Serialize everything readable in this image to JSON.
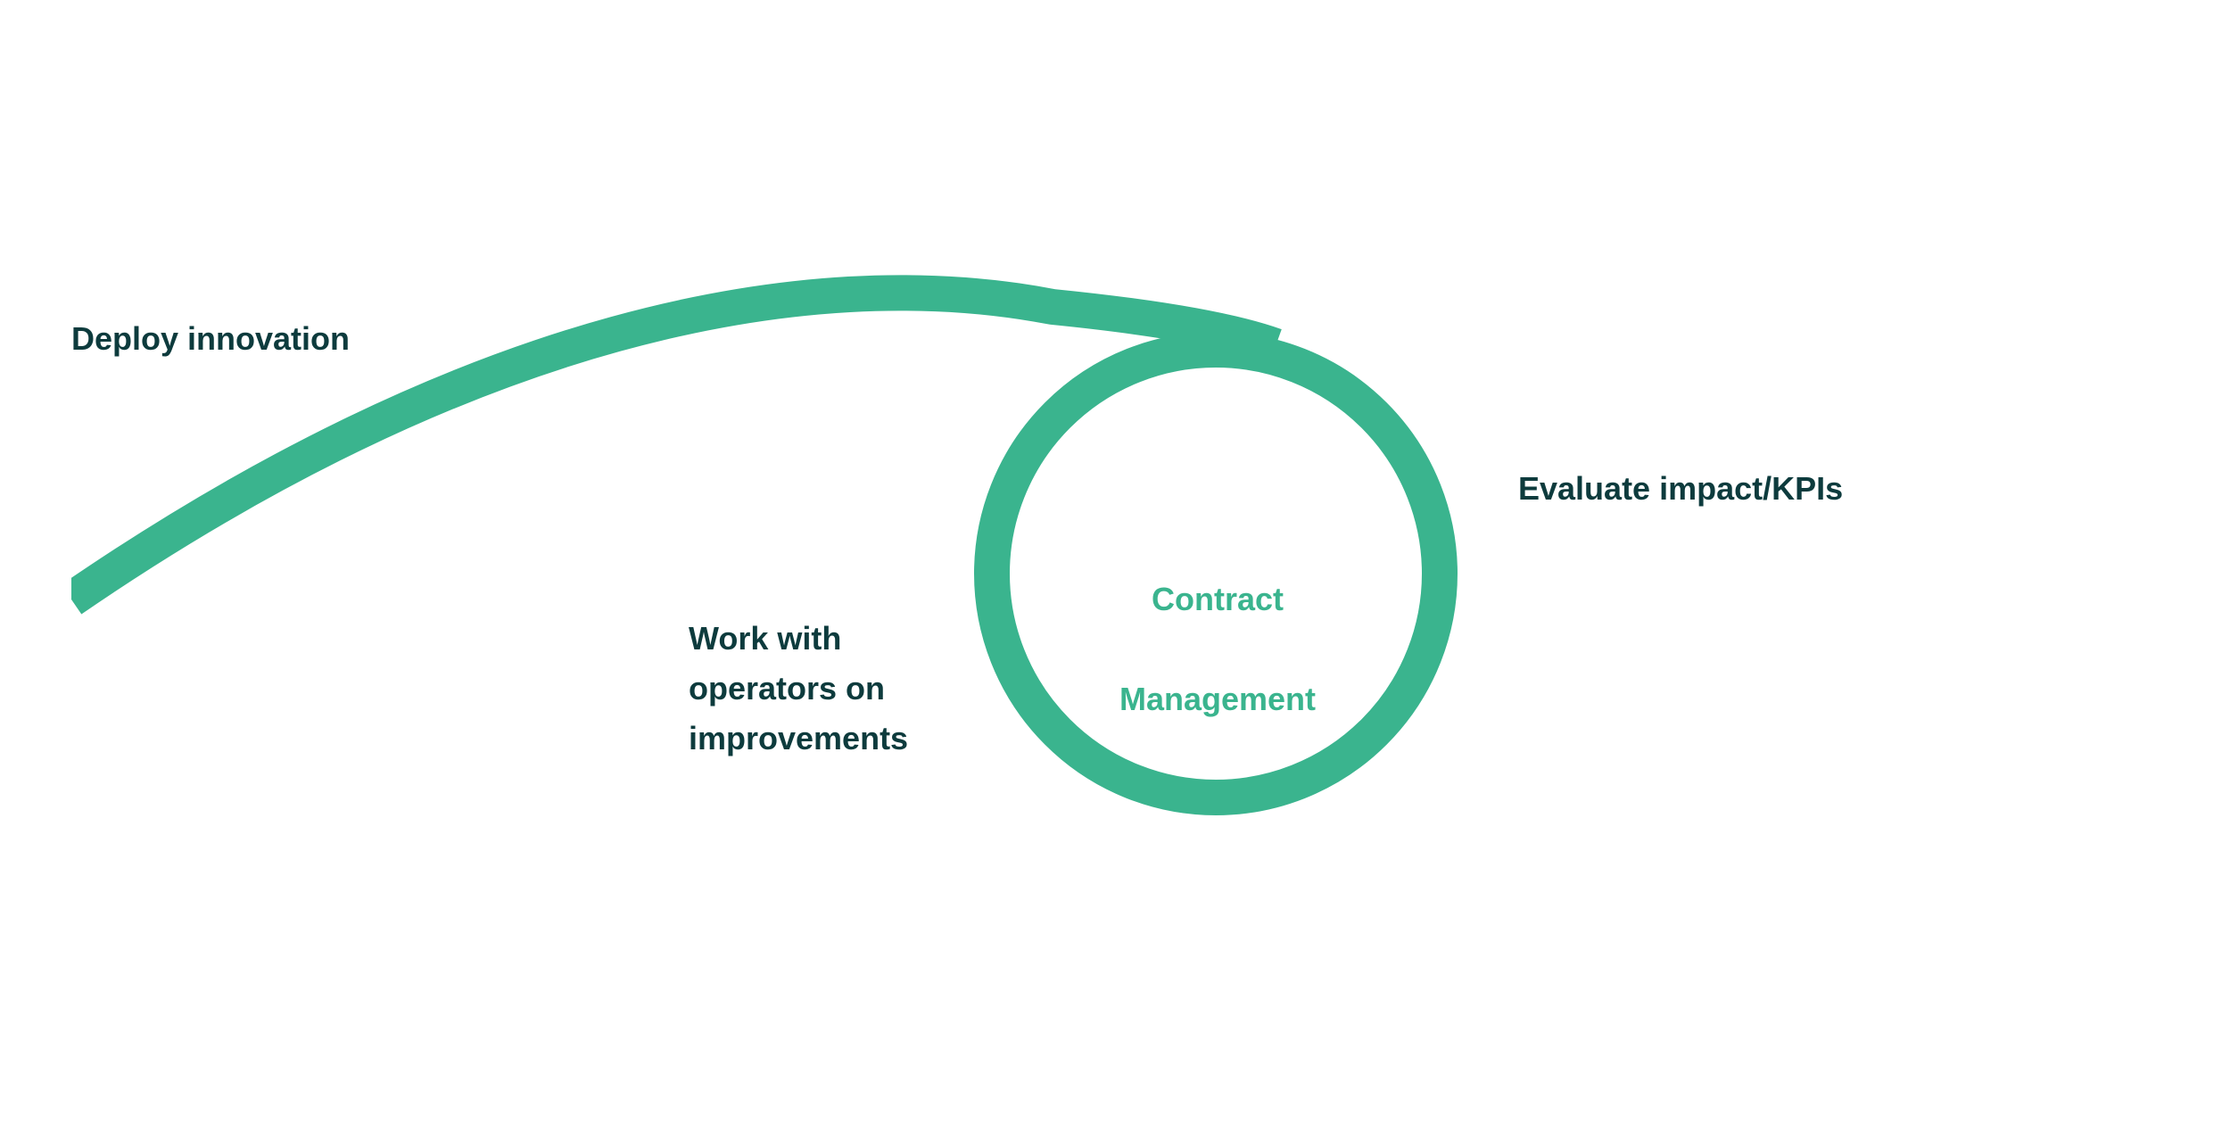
{
  "colors": {
    "accent": "#3ab48e",
    "text_dark": "#0d3b3d",
    "background": "#ffffff"
  },
  "diagram": {
    "labels": {
      "deploy": "Deploy innovation",
      "work": "Work with\noperators on\nimprovements",
      "evaluate": "Evaluate impact/KPIs"
    },
    "center": {
      "line1": "Contract",
      "line2": "Management"
    }
  }
}
